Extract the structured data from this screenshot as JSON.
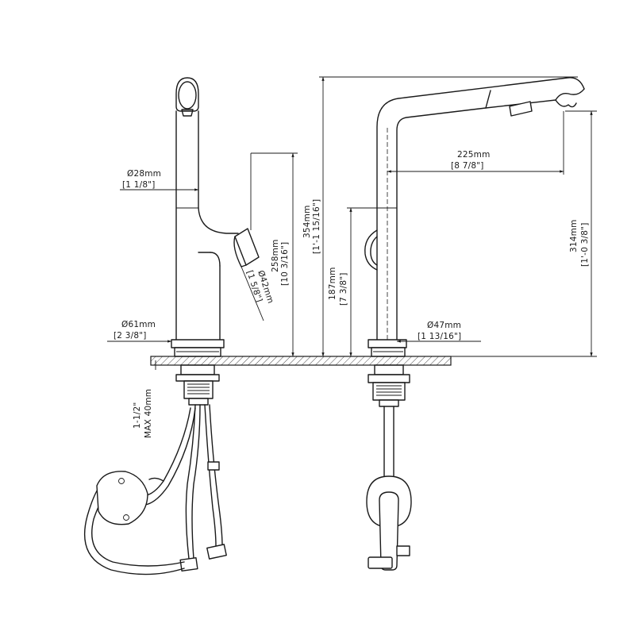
{
  "dimensions": {
    "spout_diameter": {
      "metric": "Ø28mm",
      "imperial": "[1 1/8\"]"
    },
    "base_diameter_left": {
      "metric": "Ø61mm",
      "imperial": "[2 3/8\"]"
    },
    "handle_height": {
      "metric": "258mm",
      "imperial": "[10 3/16\"]"
    },
    "handle_diameter": {
      "metric": "Ø42mm",
      "imperial": "[1 5/8\"]"
    },
    "total_height": {
      "metric": "354mm",
      "imperial": "[1'-1 15/16\"]"
    },
    "lower_height": {
      "metric": "187mm",
      "imperial": "[7 3/8\"]"
    },
    "base_diameter_right": {
      "metric": "Ø47mm",
      "imperial": "[1 13/16\"]"
    },
    "spout_reach": {
      "metric": "225mm",
      "imperial": "[8 7/8\"]"
    },
    "spout_height": {
      "metric": "314mm",
      "imperial": "[1'-0 3/8\"]"
    },
    "deck_thickness": {
      "line1": "1-1/2\"",
      "line2": "MAX 40mm"
    }
  },
  "colors": {
    "line": "#1a1a1a",
    "background": "#ffffff"
  }
}
